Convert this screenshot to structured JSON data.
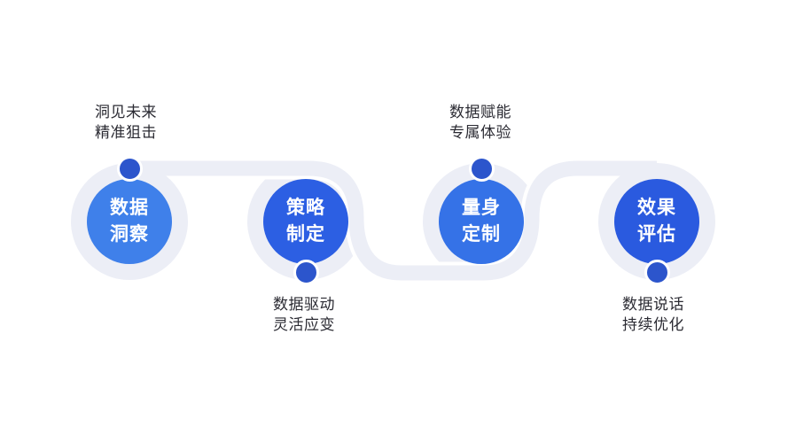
{
  "colors": {
    "track": "#ECEEF6",
    "casing": "#FFFFFF",
    "caption_text": "#2B2B33",
    "dot": "#2C55CC"
  },
  "steps": [
    {
      "id": "1",
      "label_line1": "数据",
      "label_line2": "洞察",
      "caption_line1": "洞见未来",
      "caption_line2": "精准狙击",
      "caption_position": "top",
      "circle_color": "#3F80EA"
    },
    {
      "id": "2",
      "label_line1": "策略",
      "label_line2": "制定",
      "caption_line1": "数据驱动",
      "caption_line2": "灵活应变",
      "caption_position": "bottom",
      "circle_color": "#2C5FE3"
    },
    {
      "id": "3",
      "label_line1": "量身",
      "label_line2": "定制",
      "caption_line1": "数据赋能",
      "caption_line2": "专属体验",
      "caption_position": "top",
      "circle_color": "#3572E7"
    },
    {
      "id": "4",
      "label_line1": "效果",
      "label_line2": "评估",
      "caption_line1": "数据说话",
      "caption_line2": "持续优化",
      "caption_position": "bottom",
      "circle_color": "#2A5ADF"
    }
  ]
}
